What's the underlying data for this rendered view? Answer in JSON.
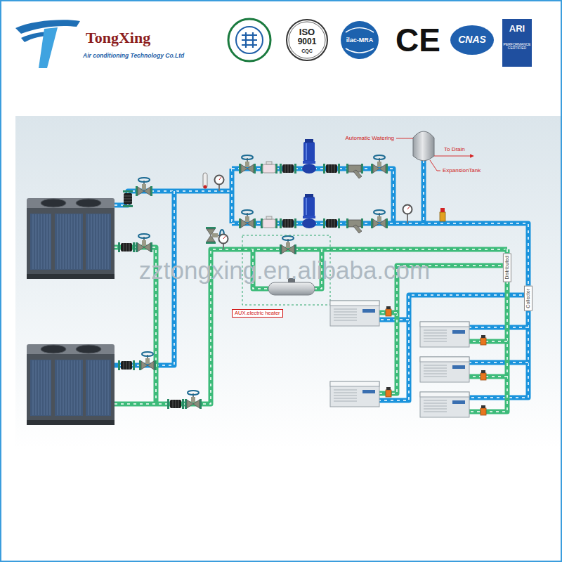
{
  "diagram": {
    "nodes": [
      {
        "text": [
          "Distributed"
        ]
      },
      {
        "text": [
          "Collector"
        ]
      },
      {
        "text": [
          "AUX.electric heater"
        ]
      }
    ],
    "labels": [
      "TongXing",
      "Air conditioning Technology Co.Ltd",
      "ISO",
      "9001",
      "CQC",
      "ilac-MRA",
      "CE",
      "CNAS",
      "ARI",
      "PERFORMANCE CERTIFIED",
      "Automatic Watering",
      "To Drain",
      "ExpansionTank",
      "zztongxing.en.alibaba.com"
    ]
  }
}
